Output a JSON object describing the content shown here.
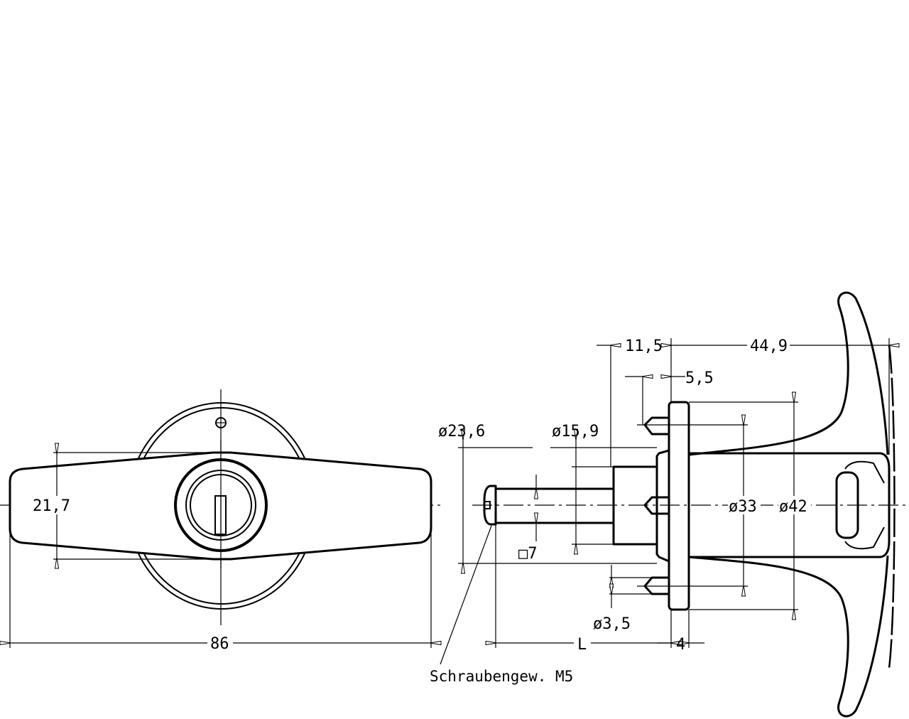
{
  "front_view": {
    "dim_width": "86",
    "dim_height": "21,7"
  },
  "side_view": {
    "dim_flange_offset": "11,5",
    "dim_handle_length": "44,9",
    "dim_pin_offset": "5,5",
    "dim_bush_dia": "ø23,6",
    "dim_hex_dia": "ø15,9",
    "dim_square": "□7",
    "dim_pin_circle": "ø33",
    "dim_flange_dia": "ø42",
    "dim_pin_dia": "ø3,5",
    "dim_length": "L",
    "dim_flange_thickness": "4",
    "thread_note": "Schraubengew. M5"
  }
}
